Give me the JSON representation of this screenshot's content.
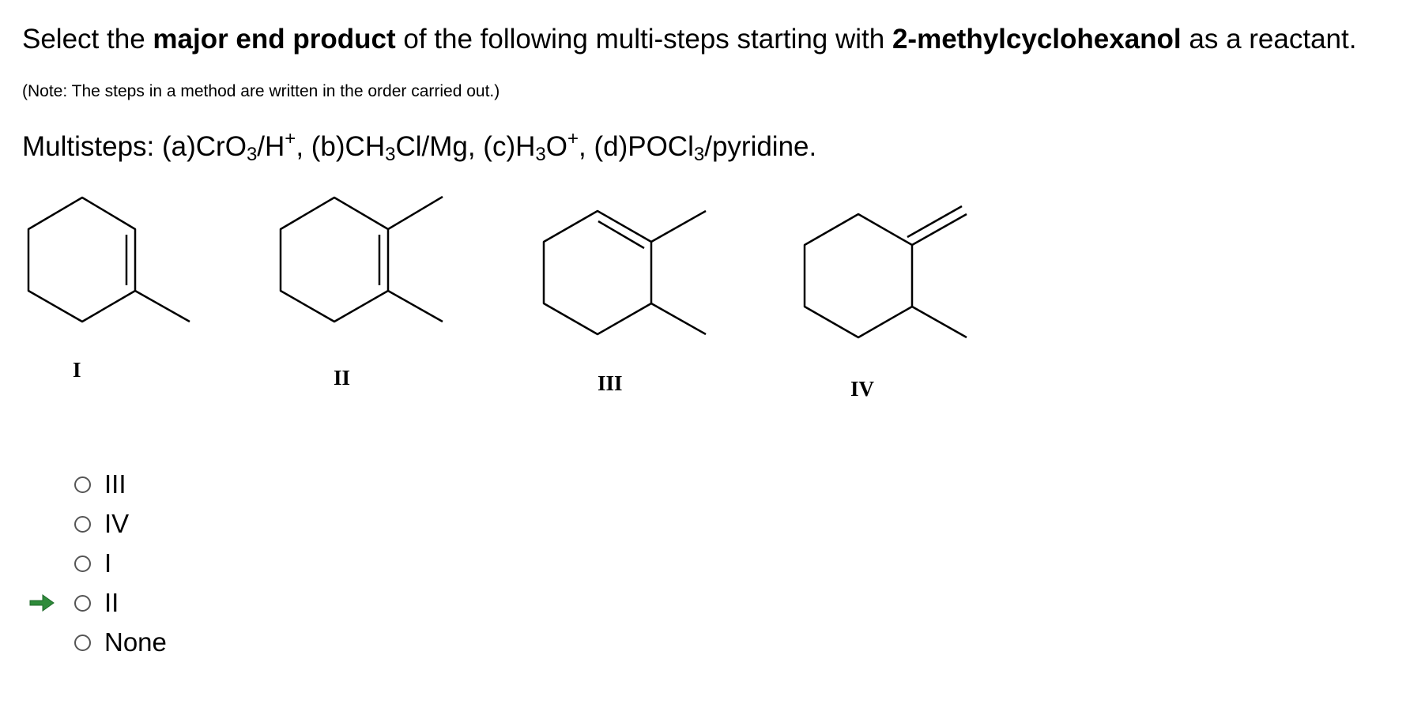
{
  "question": {
    "part1": "Select the ",
    "bold1": "major end product",
    "part2": " of the following multi-steps starting with ",
    "bold2": "2-methylcyclohexanol",
    "part3": " as a reactant."
  },
  "note": "(Note: The steps in a method are written in the order carried out.)",
  "steps": {
    "prefix": "Multisteps: (a)CrO",
    "s1": "3",
    "t1": "/H",
    "p1": "+",
    "t2": ", (b)CH",
    "s2": "3",
    "t3": "Cl/Mg, (c)H",
    "s3": "3",
    "t4": "O",
    "p2": "+",
    "t5": ", (d)POCl",
    "s4": "3",
    "t6": "/pyridine."
  },
  "structures": [
    {
      "label": "I"
    },
    {
      "label": "II"
    },
    {
      "label": "III"
    },
    {
      "label": "IV"
    }
  ],
  "options": [
    {
      "label": "III",
      "selected": false,
      "marked_correct": false
    },
    {
      "label": "IV",
      "selected": false,
      "marked_correct": false
    },
    {
      "label": "I",
      "selected": false,
      "marked_correct": false
    },
    {
      "label": "II",
      "selected": false,
      "marked_correct": true
    },
    {
      "label": "None",
      "selected": false,
      "marked_correct": false
    }
  ],
  "colors": {
    "arrow": "#2e8b3a",
    "radio_border": "#555555"
  }
}
